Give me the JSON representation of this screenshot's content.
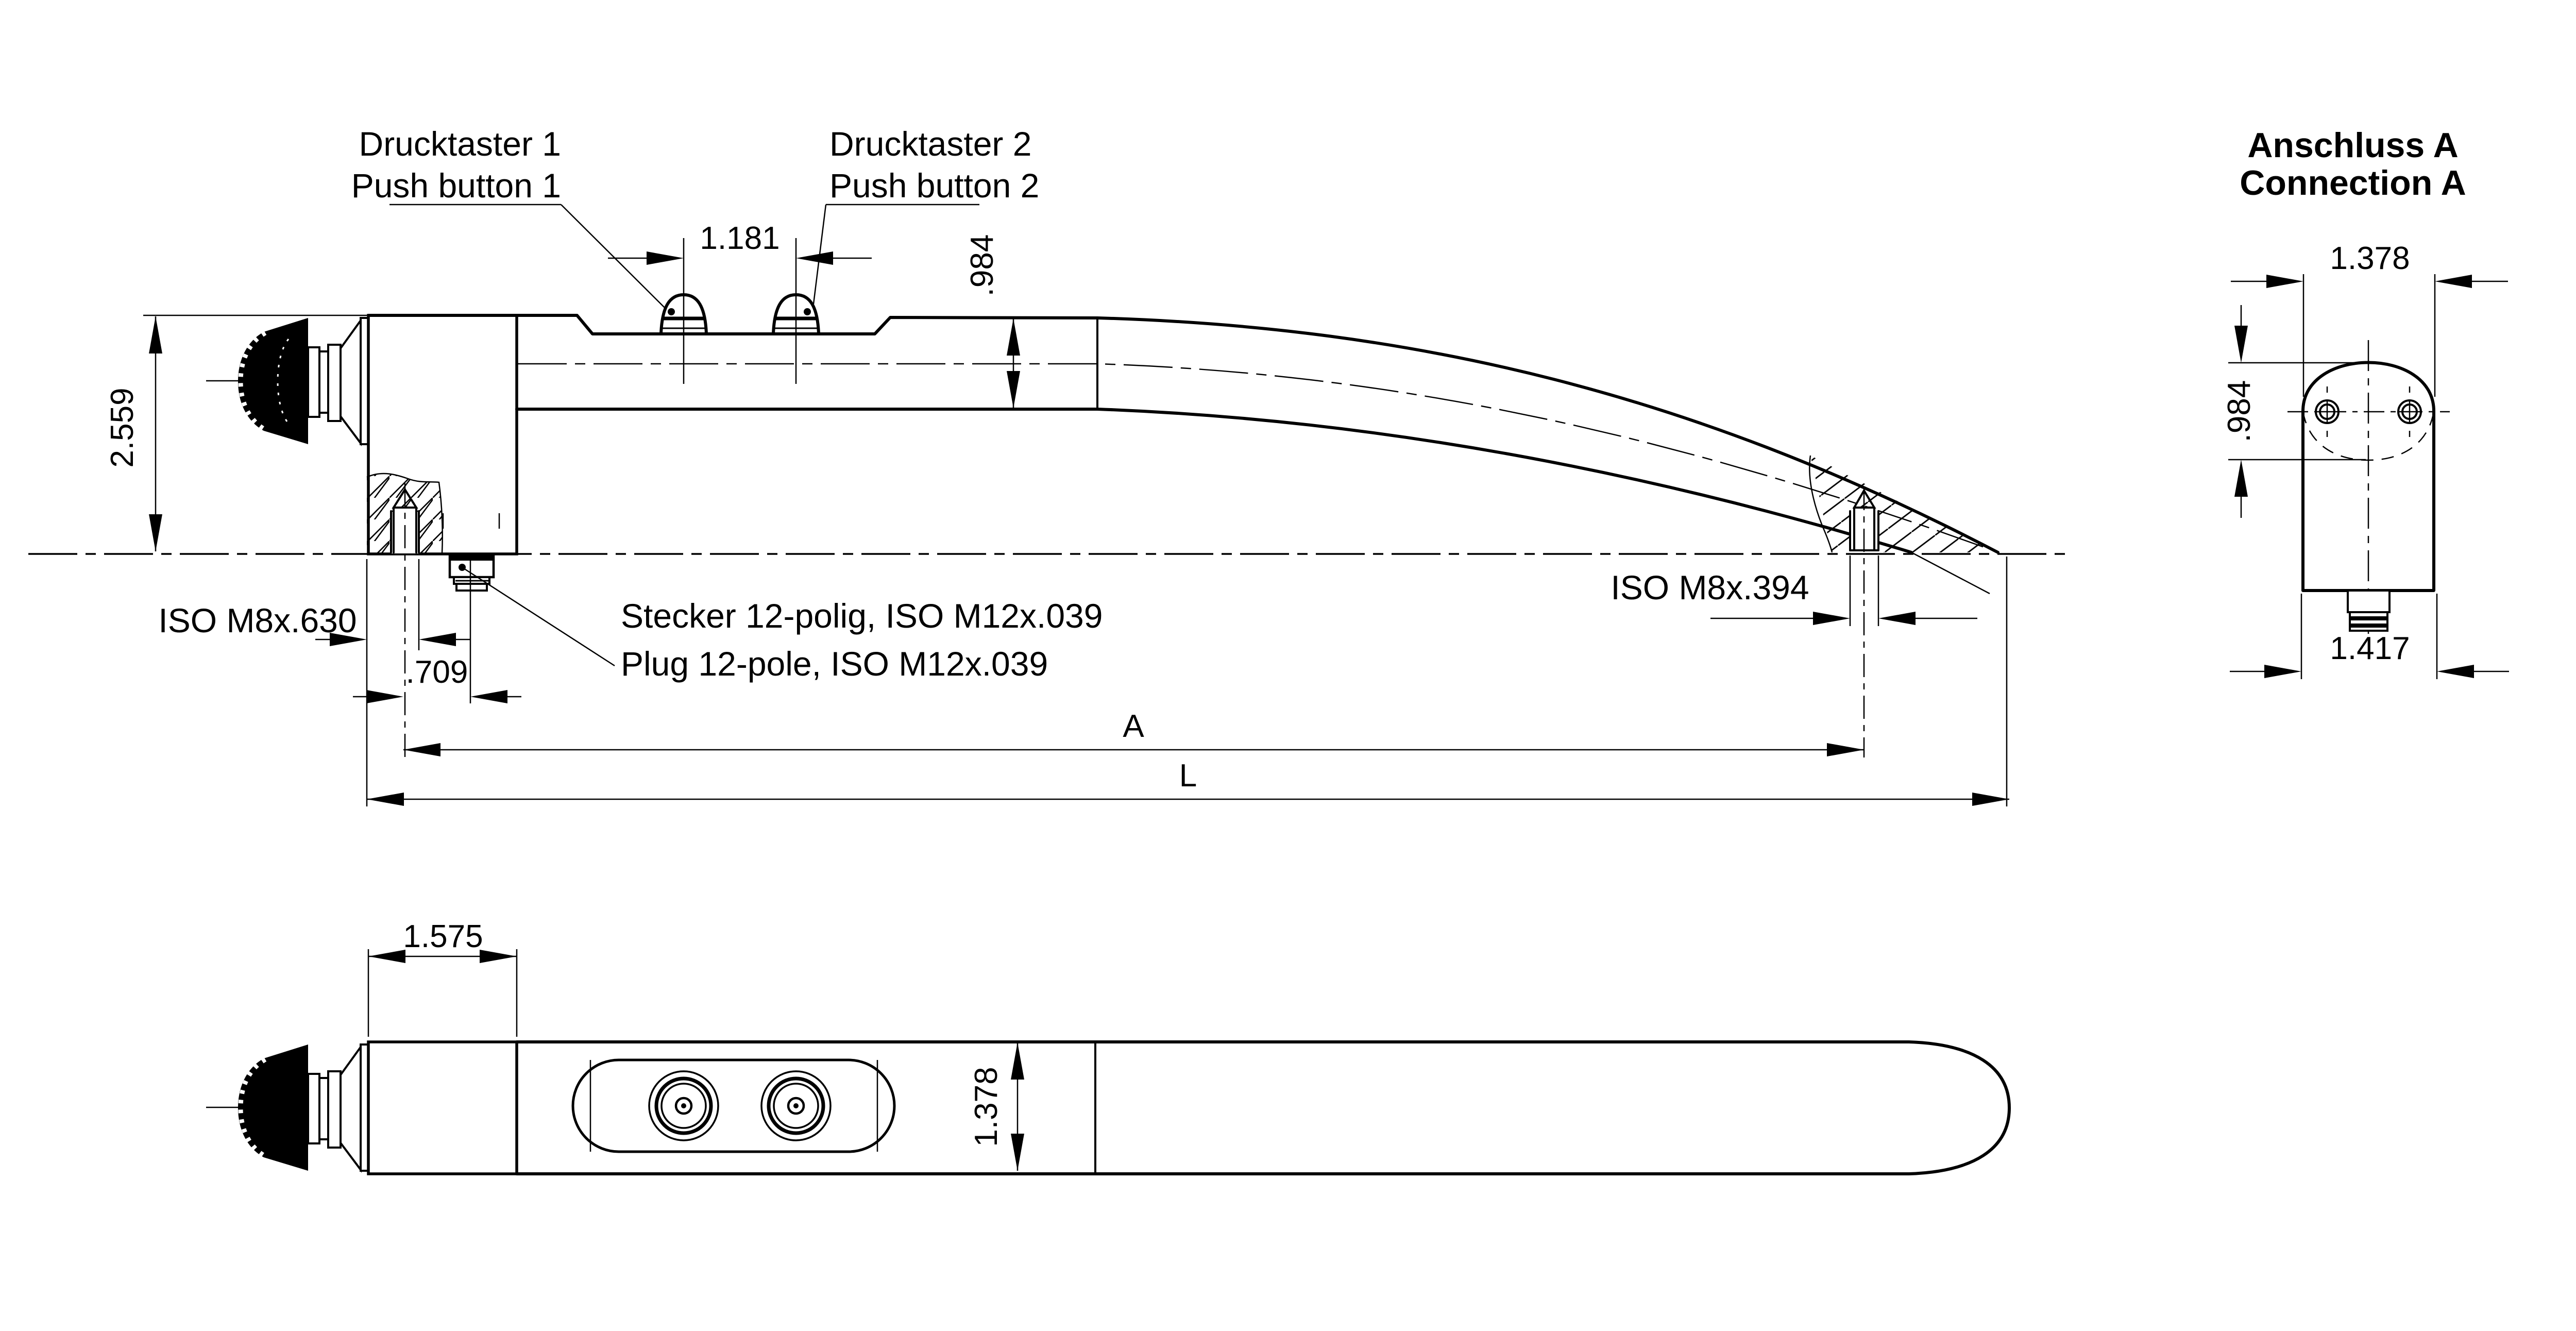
{
  "title": {
    "connection_de": "Anschluss A",
    "connection_en": "Connection A"
  },
  "labels": {
    "drucktaster1": "Drucktaster 1",
    "push_button1": "Push button 1",
    "drucktaster2": "Drucktaster 2",
    "push_button2": "Push button 2",
    "plug_de": "Stecker 12-polig, ISO M12x.039",
    "plug_en": "Plug 12-pole, ISO M12x.039",
    "thread_left": "ISO M8x.630",
    "thread_right": "ISO M8x.394"
  },
  "dimensions": {
    "button_spacing": "1.181",
    "shaft_height": ".984",
    "handle_height": "2.559",
    "hole_to_plug": ".709",
    "length_a": "A",
    "length_total": "L",
    "block_width": "1.575",
    "grip_width": "1.378",
    "conn_width_top": "1.378",
    "conn_hole_height": ".984",
    "conn_width_bottom": "1.417"
  },
  "colors": {
    "line": "#000000",
    "background": "#ffffff"
  }
}
